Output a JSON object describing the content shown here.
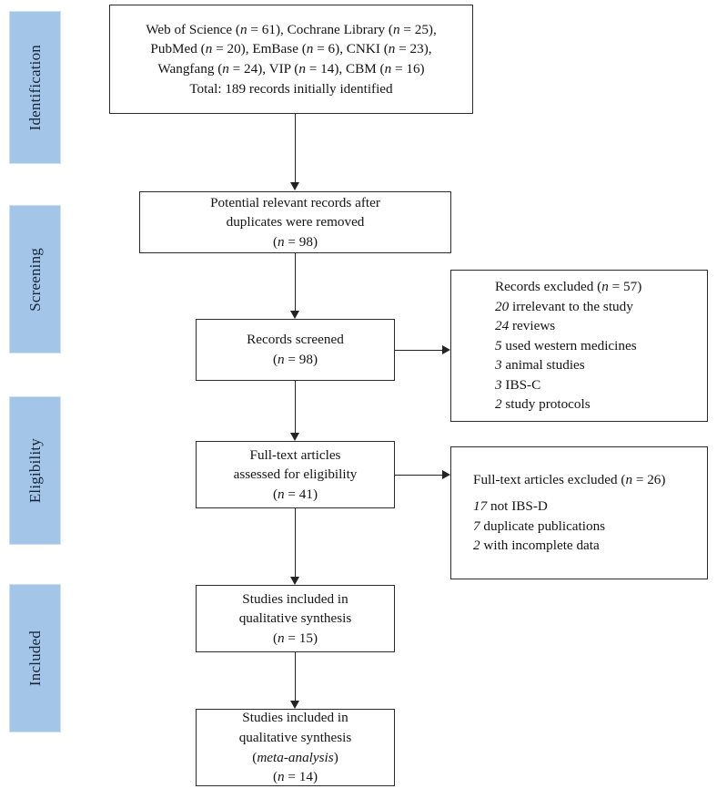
{
  "diagram": {
    "title": "PRISMA study selection flow diagram",
    "accent_color": "#a3c6e8",
    "line_color": "#232323"
  },
  "stages": [
    {
      "id": "identification",
      "label": "Identification"
    },
    {
      "id": "screening",
      "label": "Screening"
    },
    {
      "id": "eligibility",
      "label": "Eligibility"
    },
    {
      "id": "included",
      "label": "Included"
    }
  ],
  "boxes": {
    "records_identified": {
      "name": "records-identified-box",
      "lines": [
        {
          "text": "Web of Science (",
          "n": "n",
          "tail": " = 61), Cochrane Library (",
          "n2": "n",
          "tail2": " = 25),"
        },
        {
          "text": "PubMed (",
          "n": "n",
          "tail": " = 20), EmBase (",
          "n2": "n",
          "tail2": " = 6), CNKI (",
          "n3": "n",
          "tail3": " = 23),"
        },
        {
          "text": "Wangfang (",
          "n": "n",
          "tail": " = 24), VIP (",
          "n2": "n",
          "tail2": " = 14), CBM (",
          "n3": "n",
          "tail3": " = 16)"
        },
        {
          "text": "Total: 189 records initially identified"
        }
      ],
      "plain_lines": [
        "Web of Science (n = 61), Cochrane Library (n = 25),",
        "PubMed (n = 20), EmBase (n = 6), CNKI (n = 23),",
        "Wangfang (n = 24), VIP (n = 14), CBM (n = 16)",
        "Total: 189 records initially identified"
      ]
    },
    "after_duplicates": {
      "name": "records-after-duplicates-box",
      "line1": "Potential relevant records after",
      "line2": "duplicates were removed",
      "count_prefix": "(",
      "count_n": "n",
      "count_value": " = 98)"
    },
    "records_screened": {
      "name": "records-screened-box",
      "line1": "Records screened",
      "count_prefix": "(",
      "count_n": "n",
      "count_value": " = 98)"
    },
    "records_excluded": {
      "name": "records-excluded-box",
      "header_text": "Records excluded (",
      "header_n": "n",
      "header_value": " = 57)",
      "reasons": [
        {
          "count": "20",
          "reason": "irrelevant to the study"
        },
        {
          "count": "24",
          "reason": "reviews"
        },
        {
          "count": "5",
          "reason": "used western medicines"
        },
        {
          "count": "3",
          "reason": "animal studies"
        },
        {
          "count": "3",
          "reason": "IBS-C"
        },
        {
          "count": "2",
          "reason": "study protocols"
        }
      ]
    },
    "fulltext_assessed": {
      "name": "fulltext-assessed-box",
      "line1": "Full-text articles",
      "line2": "assessed for eligibility",
      "count_prefix": "(",
      "count_n": "n",
      "count_value": " = 41)"
    },
    "fulltext_excluded": {
      "name": "fulltext-excluded-box",
      "header_text": "Full-text articles excluded (",
      "header_n": "n",
      "header_value": " = 26)",
      "reasons": [
        {
          "count": "17",
          "reason": "not IBS-D"
        },
        {
          "count": "7",
          "reason": "duplicate publications"
        },
        {
          "count": "2",
          "reason": "with incomplete data"
        }
      ]
    },
    "qualitative_synthesis": {
      "name": "qualitative-synthesis-box",
      "line1": "Studies included in",
      "line2": "qualitative synthesis",
      "count_prefix": "(",
      "count_n": "n",
      "count_value": " = 15)"
    },
    "meta_analysis": {
      "name": "meta-analysis-box",
      "line1": "Studies included in",
      "line2": "qualitative synthesis",
      "line3_open": "(",
      "line3_em": "meta-analysis",
      "line3_close": ")",
      "count_prefix": "(",
      "count_n": "n",
      "count_value": " = 14)"
    }
  }
}
